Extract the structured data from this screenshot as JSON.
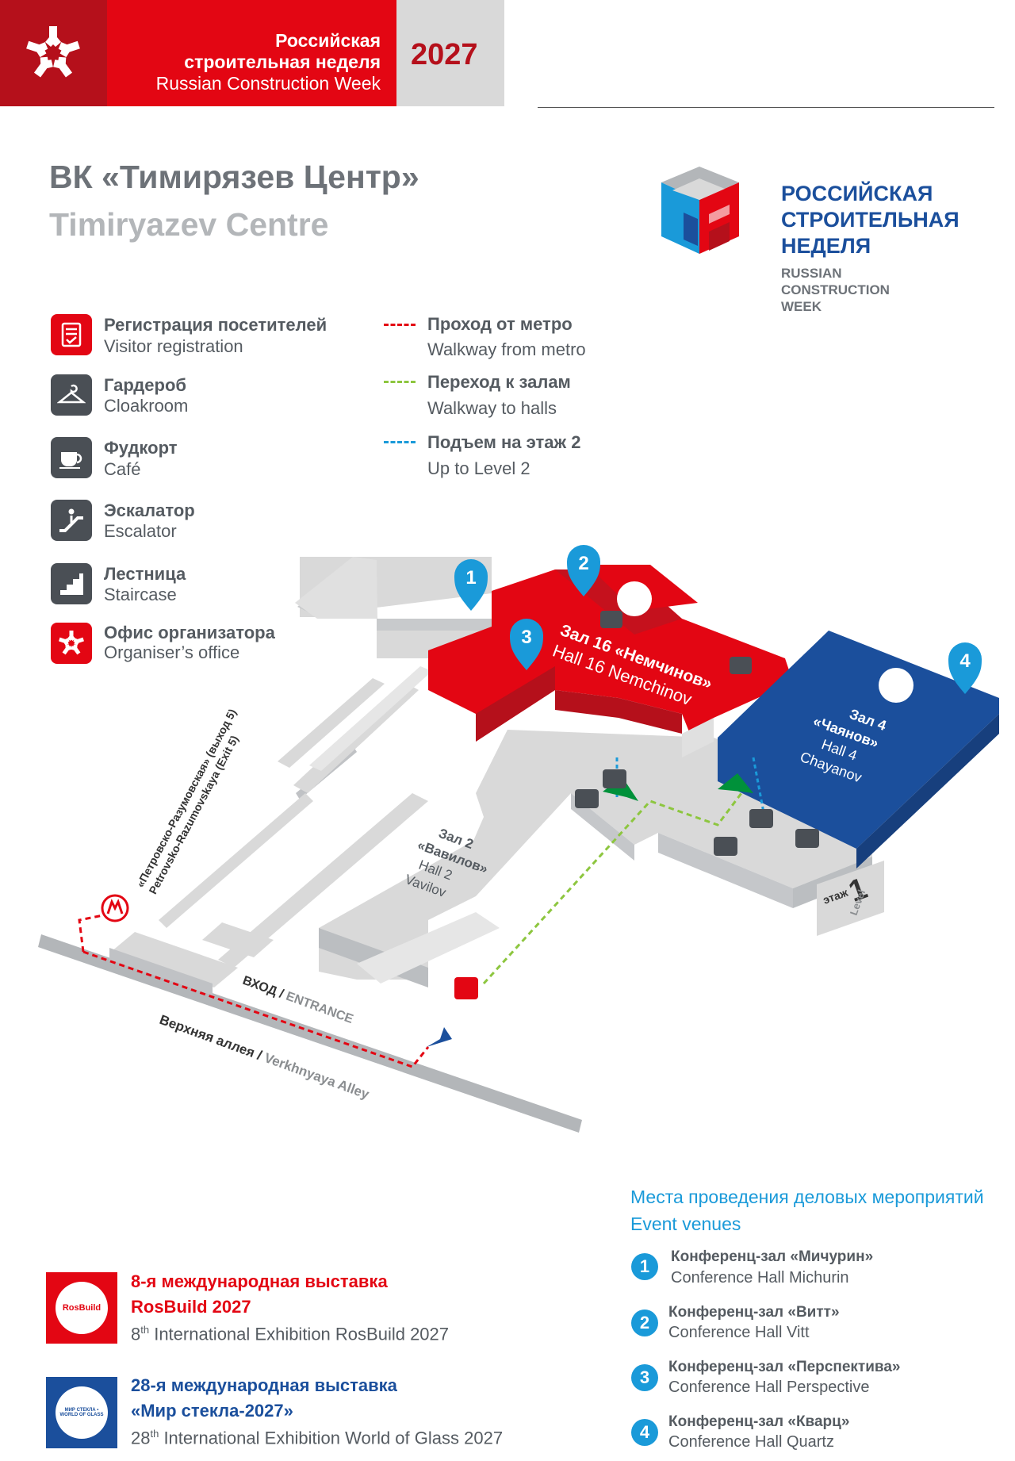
{
  "header": {
    "title_line1": "Российская",
    "title_line2": "строительная неделя",
    "title_en": "Russian Construction Week",
    "year": "2027"
  },
  "venue": {
    "name_ru": "ВК «Тимирязев Центр»",
    "name_en": "Timiryazev Centre"
  },
  "rsn_logo": {
    "line1": "РОССИЙСКАЯ",
    "line2": "СТРОИТЕЛЬНАЯ",
    "line3": "НЕДЕЛЯ",
    "en1": "RUSSIAN",
    "en2": "CONSTRUCTION",
    "en3": "WEEK"
  },
  "legend_icons": [
    {
      "ru": "Регистрация посетителей",
      "en": "Visitor registration",
      "icon": "registration-icon",
      "color": "#e30613"
    },
    {
      "ru": "Гардероб",
      "en": "Cloakroom",
      "icon": "hanger-icon",
      "color": "#4a4f55"
    },
    {
      "ru": "Фудкорт",
      "en": "Café",
      "icon": "cup-icon",
      "color": "#4a4f55"
    },
    {
      "ru": "Эскалатор",
      "en": "Escalator",
      "icon": "escalator-icon",
      "color": "#4a4f55"
    },
    {
      "ru": "Лестница",
      "en": "Staircase",
      "icon": "stairs-icon",
      "color": "#4a4f55"
    },
    {
      "ru": "Офис организатора",
      "en": "Organiser’s office",
      "icon": "organiser-icon",
      "color": "#e30613"
    }
  ],
  "legend_paths": [
    {
      "ru": "Проход от метро",
      "en": "Walkway from metro",
      "color": "#e30613"
    },
    {
      "ru": "Переход к залам",
      "en": "Walkway to halls",
      "color": "#8dc63f"
    },
    {
      "ru": "Подъем на этаж 2",
      "en": "Up to Level 2",
      "color": "#1a9ad9"
    }
  ],
  "map": {
    "hall16_ru": "Зал 16 «Немчинов»",
    "hall16_en": "Hall 16 Nemchinov",
    "hall4_ru1": "Зал 4",
    "hall4_ru2": "«Чаянов»",
    "hall4_en1": "Hall 4",
    "hall4_en2": "Chayanov",
    "hall2_ru1": "Зал 2",
    "hall2_ru2": "«Вавилов»",
    "hall2_en1": "Hall 2",
    "hall2_en2": "Vavilov",
    "metro_ru": "«Петровско-Разумовская» (выход 5)",
    "metro_en": "Petrovsko-Razumovskaya (Exit 5)",
    "entrance_ru": "ВХОД /",
    "entrance_en": "ENTRANCE",
    "alley_ru": "Верхняя аллея /",
    "alley_en": "Verkhnyaya Alley",
    "floor_ru": "этаж",
    "floor_en": "Level",
    "floor_num": "1",
    "pins": [
      "1",
      "2",
      "3",
      "4"
    ],
    "colors": {
      "hall16": "#e30613",
      "hall4": "#1b4f9c",
      "floor": "#d9d9d9",
      "pin": "#1a9ad9"
    }
  },
  "events": {
    "title_ru": "Места проведения деловых мероприятий",
    "title_en": "Event venues",
    "items": [
      {
        "num": "1",
        "ru": "Конференц-зал «Мичурин»",
        "en": "Conference Hall Michurin"
      },
      {
        "num": "2",
        "ru": "Конференц-зал «Витт»",
        "en": "Conference Hall Vitt"
      },
      {
        "num": "3",
        "ru": "Конференц-зал «Перспектива»",
        "en": "Conference Hall Perspective"
      },
      {
        "num": "4",
        "ru": "Конференц-зал «Кварц»",
        "en": "Conference Hall Quartz"
      }
    ]
  },
  "exhibitions": [
    {
      "ru1": "8-я международная выставка",
      "ru2": "RosBuild 2027",
      "en_sup": "th",
      "en_num": "8",
      "en_rest": " International Exhibition RosBuild 2027",
      "logo": "RosBuild"
    },
    {
      "ru1": "28-я международная выставка",
      "ru2": "«Мир стекла-2027»",
      "en_sup": "th",
      "en_num": "28",
      "en_rest": " International Exhibition World of Glass 2027",
      "logo": "МИР СТЕКЛА • WORLD OF GLASS"
    }
  ]
}
